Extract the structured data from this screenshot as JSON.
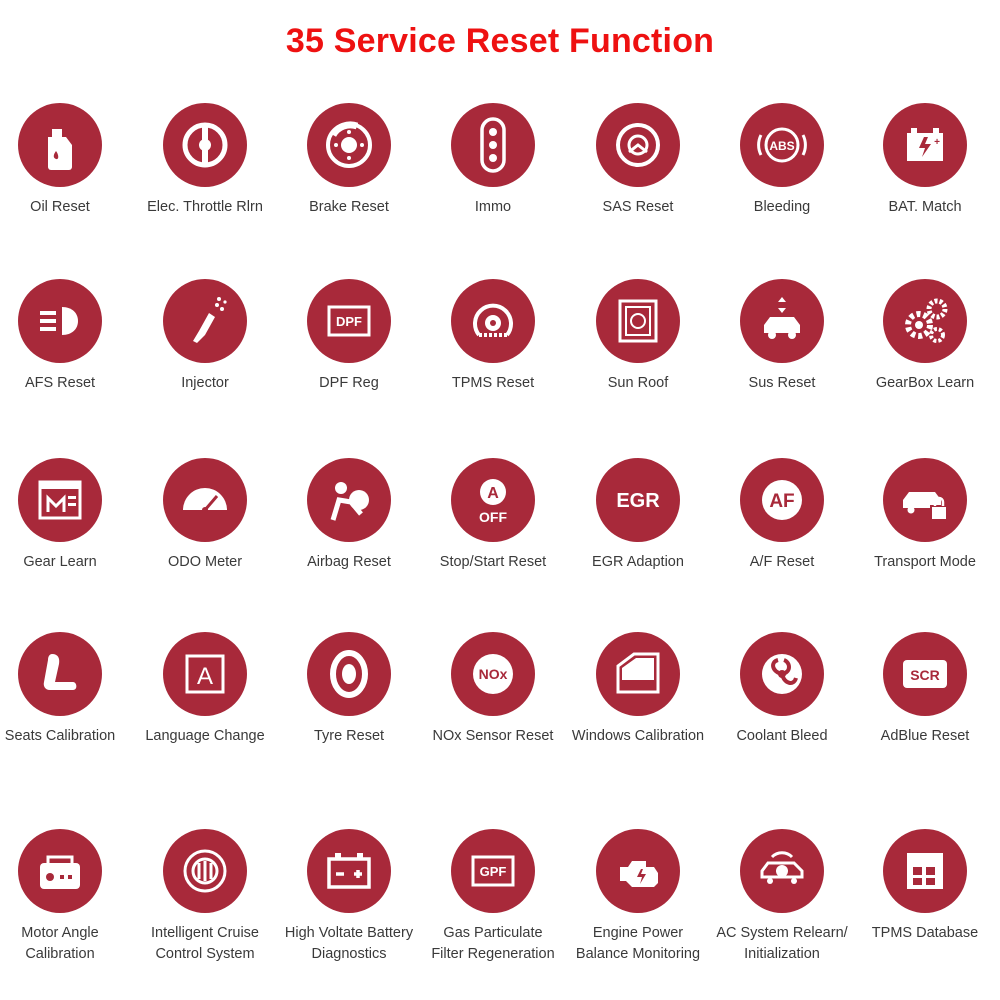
{
  "title": "35 Service Reset Function",
  "accent_color": "#a8293a",
  "title_color": "#ee1111",
  "functions": [
    {
      "label": "Oil Reset",
      "icon": "oil-can-icon"
    },
    {
      "label": "Elec. Throttle Rlrn",
      "icon": "throttle-icon"
    },
    {
      "label": "Brake Reset",
      "icon": "brake-disc-icon"
    },
    {
      "label": "Immo",
      "icon": "key-fob-icon"
    },
    {
      "label": "SAS Reset",
      "icon": "steering-wheel-icon"
    },
    {
      "label": "Bleeding",
      "icon": "abs-icon"
    },
    {
      "label": "BAT. Match",
      "icon": "battery-icon"
    },
    {
      "label": "AFS Reset",
      "icon": "headlight-icon"
    },
    {
      "label": "Injector",
      "icon": "injector-icon"
    },
    {
      "label": "DPF Reg",
      "icon": "dpf-icon"
    },
    {
      "label": "TPMS Reset",
      "icon": "tpms-icon"
    },
    {
      "label": "Sun Roof",
      "icon": "sunroof-icon"
    },
    {
      "label": "Sus Reset",
      "icon": "suspension-icon"
    },
    {
      "label": "GearBox Learn",
      "icon": "gears-icon"
    },
    {
      "label": "Gear Learn",
      "icon": "gear-learn-icon"
    },
    {
      "label": "ODO Meter",
      "icon": "speedometer-icon"
    },
    {
      "label": "Airbag Reset",
      "icon": "airbag-icon"
    },
    {
      "label": "Stop/Start Reset",
      "icon": "stop-start-icon"
    },
    {
      "label": "EGR Adaption",
      "icon": "egr-icon"
    },
    {
      "label": "A/F Reset",
      "icon": "air-fuel-icon"
    },
    {
      "label": "Transport Mode",
      "icon": "transport-lock-icon"
    },
    {
      "label": "Seats Calibration",
      "icon": "seat-icon"
    },
    {
      "label": "Language Change",
      "icon": "language-icon"
    },
    {
      "label": "Tyre Reset",
      "icon": "tyre-icon"
    },
    {
      "label": "NOx Sensor Reset",
      "icon": "nox-icon"
    },
    {
      "label": "Windows Calibration",
      "icon": "window-icon"
    },
    {
      "label": "Coolant Bleed",
      "icon": "coolant-fan-icon"
    },
    {
      "label": "AdBlue Reset",
      "icon": "scr-icon"
    },
    {
      "label": "Motor Angle\nCalibration",
      "icon": "motor-icon"
    },
    {
      "label": "Intelligent Cruise\nControl System",
      "icon": "cruise-control-icon"
    },
    {
      "label": "High Voltate Battery\nDiagnostics",
      "icon": "hv-battery-icon"
    },
    {
      "label": "Gas Particulate\nFilter Regeneration",
      "icon": "gpf-icon"
    },
    {
      "label": "Engine Power\nBalance Monitoring",
      "icon": "engine-icon"
    },
    {
      "label": "AC System Relearn/\nInitialization",
      "icon": "ac-system-icon"
    },
    {
      "label": "TPMS Database",
      "icon": "tpms-database-icon"
    }
  ]
}
